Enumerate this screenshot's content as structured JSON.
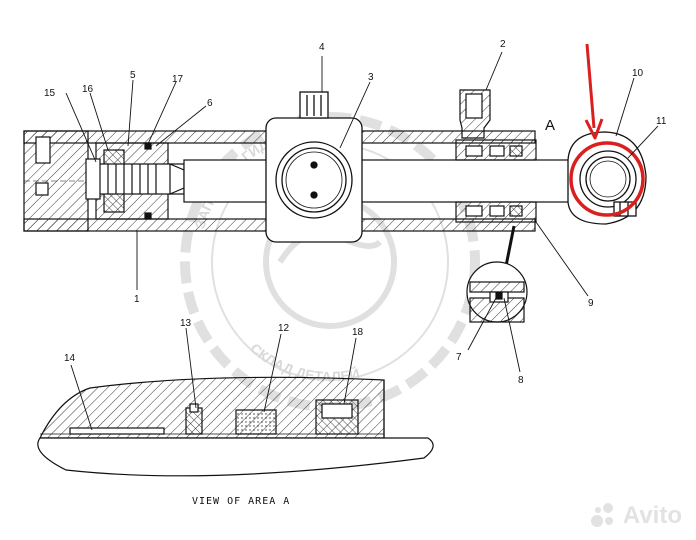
{
  "diagram": {
    "area_label": "A",
    "caption": "VIEW OF AREA A",
    "callouts": {
      "n1": "1",
      "n2": "2",
      "n3": "3",
      "n4": "4",
      "n5": "5",
      "n6": "6",
      "n7": "7",
      "n8": "8",
      "n9": "9",
      "n10": "10",
      "n11": "11",
      "n12": "12",
      "n13": "13",
      "n14": "14",
      "n15": "15",
      "n16": "16",
      "n17": "17",
      "n18": "18"
    }
  },
  "watermark": {
    "top_text": "ЗАПЧАСТИ ГИДРОТЕХНИКИ",
    "bottom_text": "СКЛАД ДЕТАЛЕЙ",
    "brand_text": "Avito"
  },
  "colors": {
    "line": "#111111",
    "highlight": "#d9201f",
    "watermark": "#c4c4c4"
  },
  "icons": {
    "highlight_marker": "red-arrow-and-circle",
    "brand": "avito-logo"
  }
}
